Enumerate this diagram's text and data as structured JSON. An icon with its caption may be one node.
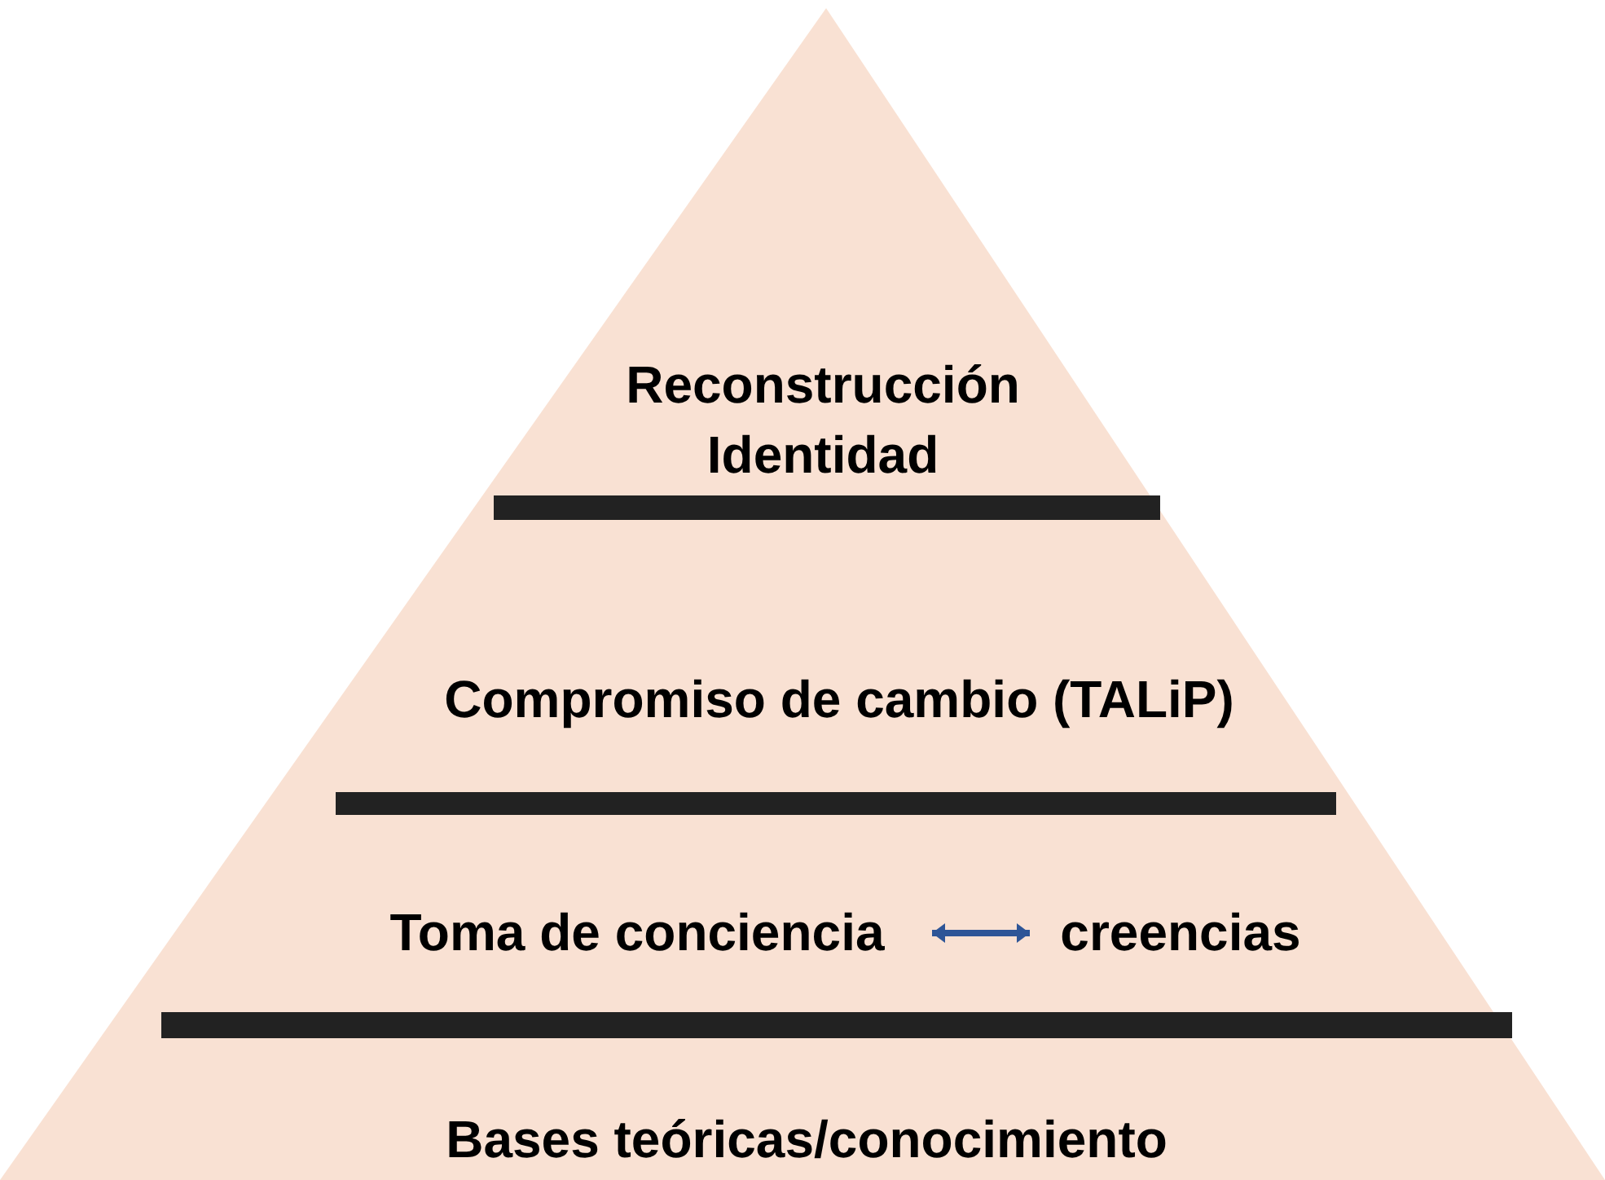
{
  "diagram": {
    "nodes": [
      {
        "text": [
          "Reconstrucción Identidad"
        ]
      },
      {
        "text": [
          "Compromiso de cambio (TALiP)"
        ]
      },
      {
        "text": [
          "Toma de conciencia"
        ]
      },
      {
        "text": [
          "creencias"
        ]
      },
      {
        "text": [
          "Bases teóricas/conocimiento"
        ]
      }
    ],
    "edges": [
      {
        "from": 2,
        "to": 3,
        "arrow": "both",
        "color": "#2e5597"
      }
    ]
  }
}
